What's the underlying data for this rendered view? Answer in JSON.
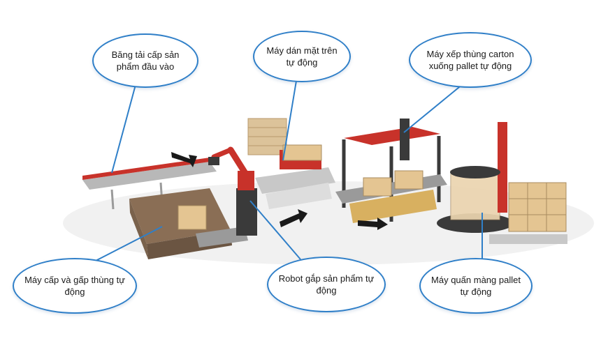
{
  "colors": {
    "callout_border": "#2f7fc8",
    "leader_line": "#2f7fc8",
    "machine_red": "#c8322a",
    "frame_dark": "#3a3a3a",
    "carton": "#e4c592",
    "pallet_wood": "#dcc39a",
    "arrow": "#1a1a1a"
  },
  "callouts": {
    "infeed_conveyor": "Băng tải cấp sản phẩm đầu vào",
    "top_sealer": "Máy dán mặt trên tự động",
    "carton_palletizer": "Máy xếp thùng carton xuống pallet tự động",
    "case_erector": "Máy cấp và gấp thùng tự động",
    "pick_robot": "Robot gắp sản phẩm tự động",
    "pallet_wrapper": "Máy quấn màng pallet tự động"
  }
}
